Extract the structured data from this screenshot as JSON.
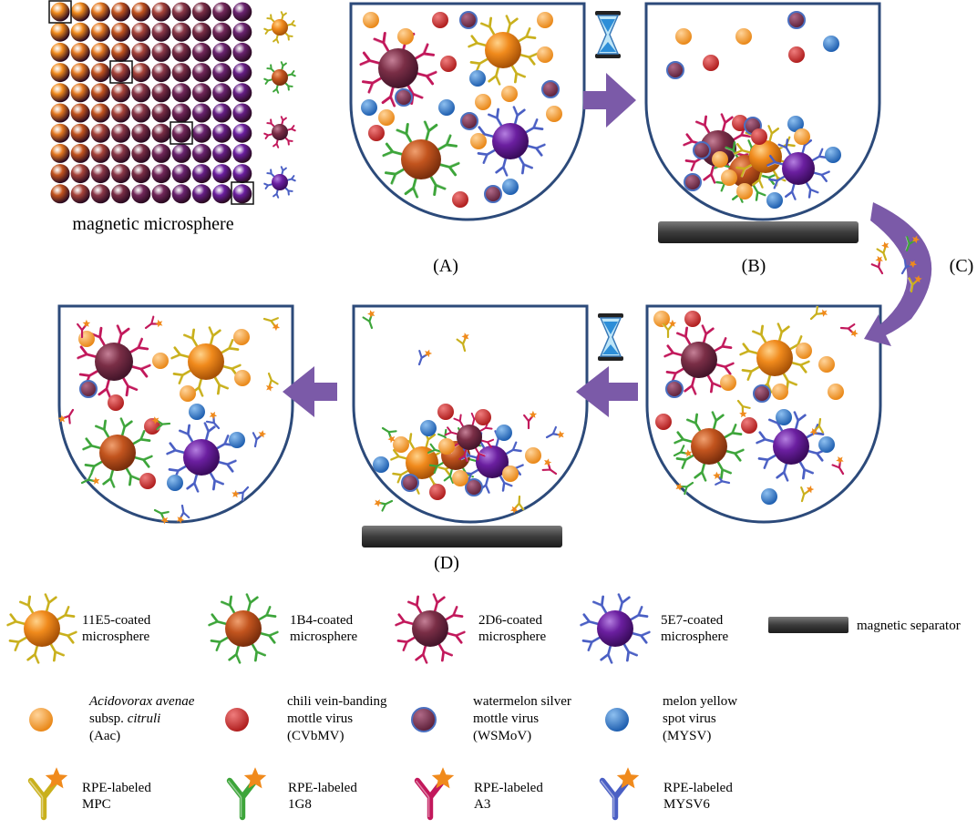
{
  "labels": {
    "array_caption": "magnetic microsphere",
    "step_a": "(A)",
    "step_b": "(B)",
    "step_c": "(C)",
    "step_d": "(D)"
  },
  "legend": {
    "microspheres": [
      {
        "line1": "11E5-coated",
        "line2": "microsphere",
        "icon": "orange-microsphere-icon",
        "color": "#f08a1c",
        "ab": "#c9b01c"
      },
      {
        "line1": "1B4-coated",
        "line2": "microsphere",
        "icon": "brown-microsphere-icon",
        "color": "#c2541e",
        "ab": "#3da53a"
      },
      {
        "line1": "2D6-coated",
        "line2": "microsphere",
        "icon": "maroon-microsphere-icon",
        "color": "#7a2e46",
        "ab": "#c2185b"
      },
      {
        "line1": "5E7-coated",
        "line2": "microsphere",
        "icon": "purple-microsphere-icon",
        "color": "#6b1fa0",
        "ab": "#4a5fc4"
      }
    ],
    "separator": "magnetic separator",
    "targets": [
      {
        "l1_italic": "Acidovorax avenae",
        "l2a": "subsp. ",
        "l2b_italic": "citruli",
        "l3": "(Aac)",
        "color": "#f49a2a"
      },
      {
        "l1": "chili vein-banding",
        "l2": "mottle virus",
        "l3": "(CVbMV)",
        "color": "#c62828"
      },
      {
        "l1": "watermelon silver",
        "l2": "mottle virus",
        "l3": "(WSMoV)",
        "color": "#7a2a48"
      },
      {
        "l1": "melon yellow",
        "l2": "spot virus",
        "l3": "(MYSV)",
        "color": "#2f79c9"
      }
    ],
    "reporters": [
      {
        "line1": "RPE-labeled",
        "line2": "MPC",
        "color": "#c9b01c"
      },
      {
        "line1": "RPE-labeled",
        "line2": "1G8",
        "color": "#3da53a"
      },
      {
        "line1": "RPE-labeled",
        "line2": "A3",
        "color": "#c2185b"
      },
      {
        "line1": "RPE-labeled",
        "line2": "MYSV6",
        "color": "#4a5fc4"
      }
    ]
  },
  "colors": {
    "beaker": "#2c4a7a",
    "arrow": "#7b5aa8",
    "separator": "#4a4a4a",
    "star": "#f08a1c"
  }
}
